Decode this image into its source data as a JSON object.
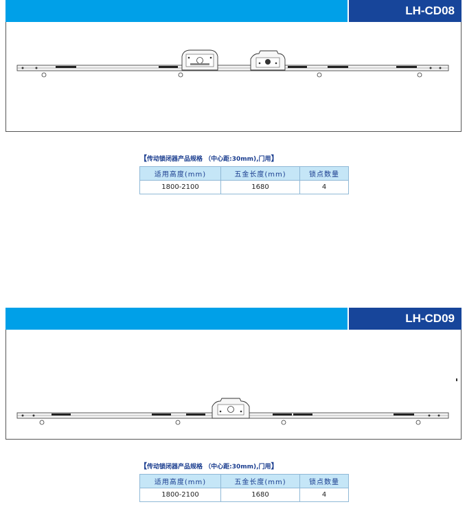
{
  "products": [
    {
      "code": "LH-CD08",
      "spec_title": "传动锁闭器产品规格 （中心距:30mm),门用",
      "bracket_open": "【",
      "bracket_close": "】",
      "headers": [
        "适用高度(mm)",
        "五金长度(mm)",
        "锁点数量"
      ],
      "row": [
        "1800-2100",
        "1680",
        "4"
      ]
    },
    {
      "code": "LH-CD09",
      "spec_title": "传动锁闭器产品规格 （中心距:30mm),门用",
      "bracket_open": "【",
      "bracket_close": "】",
      "headers": [
        "适用高度(mm)",
        "五金长度(mm)",
        "锁点数量"
      ],
      "row": [
        "1800-2100",
        "1680",
        "4"
      ]
    }
  ],
  "colors": {
    "header_light": "#00a0e8",
    "header_dark": "#17459a",
    "table_head_bg": "#c5e6f7",
    "table_border": "#8fb8d6",
    "title_text": "#1a3d8f"
  }
}
